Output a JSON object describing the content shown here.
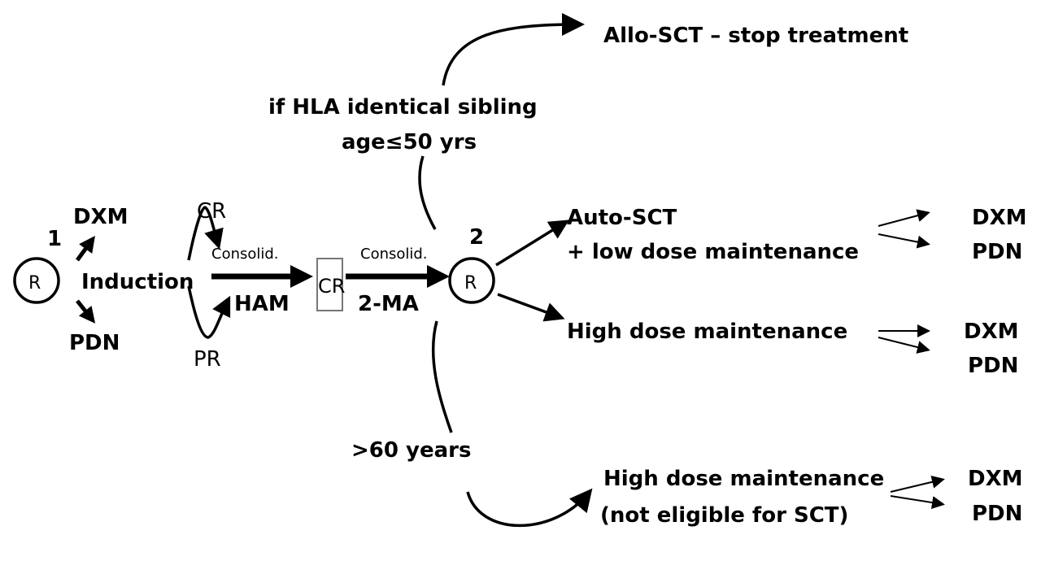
{
  "title": "Treatment flow diagram",
  "top": {
    "allo": "Allo-SCT – stop treatment",
    "hla": "if HLA identical sibling",
    "age": "age≤50 yrs"
  },
  "left": {
    "r1": "R",
    "r1_num": "1",
    "dxm": "DXM",
    "pdn": "PDN",
    "induction": "Induction",
    "cr": "CR",
    "pr": "PR",
    "consolid1": "Consolid.",
    "ham": "HAM"
  },
  "center": {
    "cr_box": "CR",
    "consolid2": "Consolid.",
    "ma": "2-MA",
    "r2": "R",
    "r2_num": "2"
  },
  "right": {
    "auto": "Auto-SCT",
    "low": "+ low dose maintenance",
    "dxm1": "DXM",
    "pdn1": "PDN",
    "high": "High dose maintenance",
    "dxm2": "DXM",
    "pdn2": "PDN"
  },
  "bottom": {
    "age": ">60 years",
    "high": "High dose maintenance",
    "note": "(not eligible for SCT)",
    "dxm": "DXM",
    "pdn": "PDN"
  }
}
